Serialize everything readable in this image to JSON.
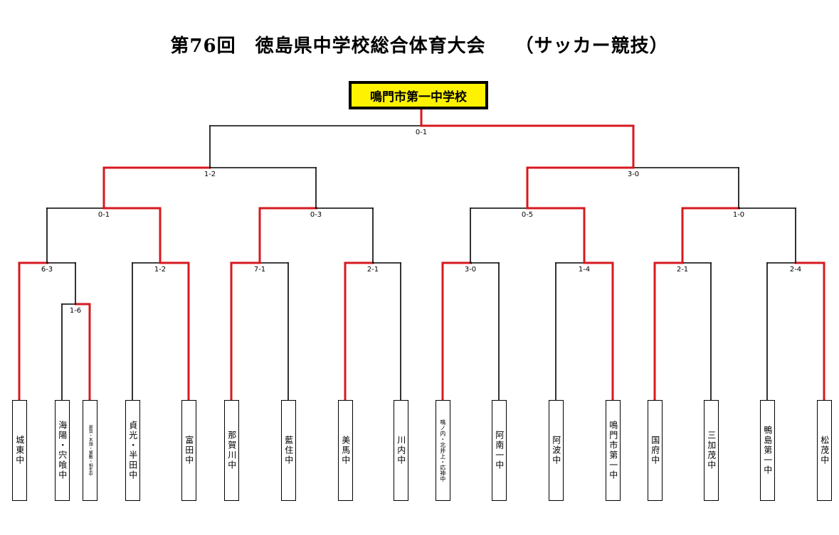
{
  "title": "第76回　徳島県中学校総合体育大会　　（サッカー競技）",
  "champion": "鳴門市第一中学校",
  "colors": {
    "winner_line": "#d7191f",
    "line": "#000000",
    "champion_box": "#fff200"
  },
  "teams": [
    "城東中",
    "海陽・宍喰中",
    "那賀・木頭・鷲敷・相生中",
    "貞光・半田中",
    "富田中",
    "那賀川中",
    "藍住中",
    "美馬中",
    "川内中",
    "鳴ノ内・北井上・応神中",
    "阿南一中",
    "阿波中",
    "鳴門市第一中",
    "国府中",
    "三加茂中",
    "鴨島第一中",
    "松茂中"
  ],
  "scores": {
    "final": "0-1",
    "semi": [
      "1-2",
      "3-0"
    ],
    "quarter": [
      "0-1",
      "0-3",
      "0-5",
      "1-0"
    ],
    "round1": [
      "6-3",
      "1-2",
      "7-1",
      "2-1",
      "3-0",
      "1-4",
      "2-1",
      "2-4"
    ],
    "play_in": "1-6"
  }
}
